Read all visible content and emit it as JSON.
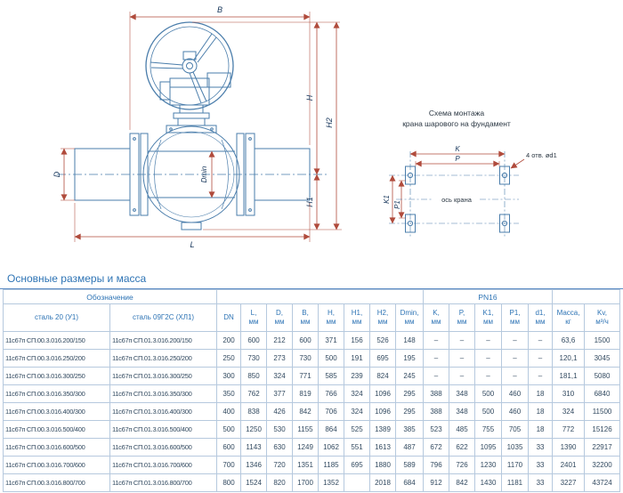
{
  "drawing": {
    "dim_B": "B",
    "dim_H": "H",
    "dim_H2": "H2",
    "dim_H1": "H1",
    "dim_D": "D",
    "dim_Dmin": "Dmin",
    "dim_L": "L"
  },
  "schema": {
    "title_line1": "Схема монтажа",
    "title_line2": "крана шарового на фундамент",
    "dim_K": "K",
    "dim_P": "P",
    "dim_K1": "K1",
    "dim_P1": "P1",
    "axis_label": "ось крана",
    "holes_label": "4 отв. ød1"
  },
  "section": {
    "title": "Основные размеры и масса"
  },
  "table": {
    "group_headers": {
      "designation": "Обозначение",
      "pn": "PN16"
    },
    "columns": [
      {
        "label": "сталь 20 (У1)",
        "unit": ""
      },
      {
        "label": "сталь 09Г2С (ХЛ1)",
        "unit": ""
      },
      {
        "label": "DN",
        "unit": ""
      },
      {
        "label": "L,",
        "unit": "мм"
      },
      {
        "label": "D,",
        "unit": "мм"
      },
      {
        "label": "B,",
        "unit": "мм"
      },
      {
        "label": "H,",
        "unit": "мм"
      },
      {
        "label": "H1,",
        "unit": "мм"
      },
      {
        "label": "H2,",
        "unit": "мм"
      },
      {
        "label": "Dmin,",
        "unit": "мм"
      },
      {
        "label": "K,",
        "unit": "мм"
      },
      {
        "label": "P,",
        "unit": "мм"
      },
      {
        "label": "K1,",
        "unit": "мм"
      },
      {
        "label": "P1,",
        "unit": "мм"
      },
      {
        "label": "d1,",
        "unit": "мм"
      },
      {
        "label": "Масса,",
        "unit": "кг"
      },
      {
        "label": "Kv,",
        "unit": "м³/ч"
      }
    ],
    "rows": [
      [
        "11с67п СП.00.3.016.200/150",
        "11с67п СП.01.3.016.200/150",
        "200",
        "600",
        "212",
        "600",
        "371",
        "156",
        "526",
        "148",
        "–",
        "–",
        "–",
        "–",
        "–",
        "63,6",
        "1500"
      ],
      [
        "11с67п СП.00.3.016.250/200",
        "11с67п СП.01.3.016.250/200",
        "250",
        "730",
        "273",
        "730",
        "500",
        "191",
        "695",
        "195",
        "–",
        "–",
        "–",
        "–",
        "–",
        "120,1",
        "3045"
      ],
      [
        "11с67п СП.00.3.016.300/250",
        "11с67п СП.01.3.016.300/250",
        "300",
        "850",
        "324",
        "771",
        "585",
        "239",
        "824",
        "245",
        "–",
        "–",
        "–",
        "–",
        "–",
        "181,1",
        "5080"
      ],
      [
        "11с67п СП.00.3.016.350/300",
        "11с67п СП.01.3.016.350/300",
        "350",
        "762",
        "377",
        "819",
        "766",
        "324",
        "1096",
        "295",
        "388",
        "348",
        "500",
        "460",
        "18",
        "310",
        "6840"
      ],
      [
        "11с67п СП.00.3.016.400/300",
        "11с67п СП.01.3.016.400/300",
        "400",
        "838",
        "426",
        "842",
        "706",
        "324",
        "1096",
        "295",
        "388",
        "348",
        "500",
        "460",
        "18",
        "324",
        "11500"
      ],
      [
        "11с67п СП.00.3.016.500/400",
        "11с67п СП.01.3.016.500/400",
        "500",
        "1250",
        "530",
        "1155",
        "864",
        "525",
        "1389",
        "385",
        "523",
        "485",
        "755",
        "705",
        "18",
        "772",
        "15126"
      ],
      [
        "11с67п СП.00.3.016.600/500",
        "11с67п СП.01.3.016.600/500",
        "600",
        "1143",
        "630",
        "1249",
        "1062",
        "551",
        "1613",
        "487",
        "672",
        "622",
        "1095",
        "1035",
        "33",
        "1390",
        "22917"
      ],
      [
        "11с67п СП.00.3.016.700/600",
        "11с67п СП.01.3.016.700/600",
        "700",
        "1346",
        "720",
        "1351",
        "1185",
        "695",
        "1880",
        "589",
        "796",
        "726",
        "1230",
        "1170",
        "33",
        "2401",
        "32200"
      ],
      [
        "11с67п СП.00.3.016.800/700",
        "11с67п СП.01.3.016.800/700",
        "800",
        "1524",
        "820",
        "1700",
        "1352",
        "",
        "2018",
        "684",
        "912",
        "842",
        "1430",
        "1181",
        "33",
        "3227",
        "43724"
      ]
    ]
  },
  "colors": {
    "drawing_line": "#4a7dab",
    "dimension_line": "#b04b3c",
    "header_text": "#2e74b5",
    "data_text": "#324a60",
    "table_border": "#b6c9de"
  }
}
